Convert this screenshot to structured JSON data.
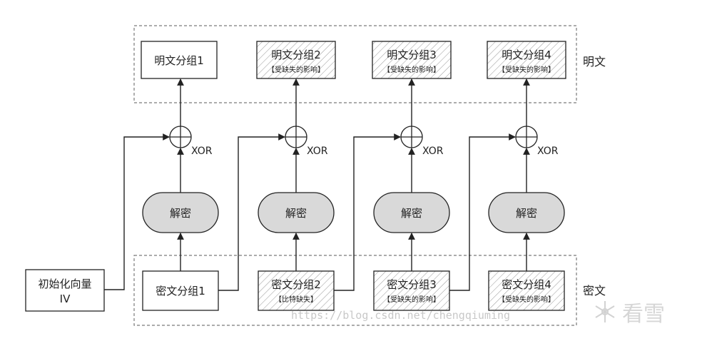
{
  "regions": {
    "plaintext_label": "明文",
    "ciphertext_label": "密文"
  },
  "plaintext_blocks": [
    {
      "title": "明文分组1",
      "note": ""
    },
    {
      "title": "明文分组2",
      "note": "【受缺失的影响】"
    },
    {
      "title": "明文分组3",
      "note": "【受缺失的影响】"
    },
    {
      "title": "明文分组4",
      "note": "【受缺失的影响】"
    }
  ],
  "ciphertext_blocks": [
    {
      "title": "密文分组1",
      "note": ""
    },
    {
      "title": "密文分组2",
      "note": "【比特缺失】"
    },
    {
      "title": "密文分组3",
      "note": "【受缺失的影响】"
    },
    {
      "title": "密文分组4",
      "note": "【受缺失的影响】"
    }
  ],
  "decrypt_label": "解密",
  "xor_label": "XOR",
  "iv": {
    "line1": "初始化向量",
    "line2": "IV"
  },
  "watermark": {
    "url": "https://blog.csdn.net/chengqiuming",
    "brand": "看雪"
  },
  "colors": {
    "line": "#222222",
    "decrypt_fill": "#d9d9d9",
    "hatch": "#9a9a9a",
    "dashed": "#7a7a7a"
  }
}
